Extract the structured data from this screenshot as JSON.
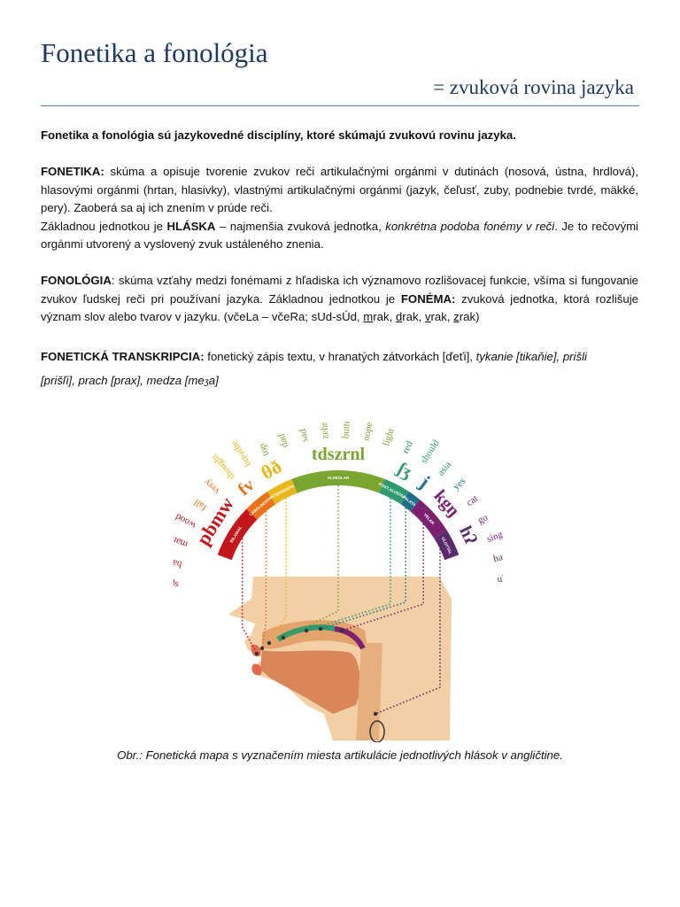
{
  "title": "Fonetika a fonológia",
  "subtitle": "= zvuková rovina jazyka",
  "intro": "Fonetika a fonológia sú jazykovedné disciplíny, ktoré skúmajú zvukovú rovinu jazyka.",
  "fonetika": {
    "label": "FONETIKA:",
    "text": " skúma a opisuje tvorenie zvukov reči artikulačnými orgánmi v dutinách (nosová, ústna, hrdlová), hlasovými orgánmi (hrtan, hlasivky), vlastnými artikulačnými orgánmi (jazyk, čeľusť, zuby, podnebie tvrdé, mäkké, pery). Zaoberá sa aj ich znením v prúde reči.",
    "unit_pre": "Základnou jednotkou je ",
    "unit_label": "HLÁSKA",
    "unit_mid": " – najmenšia zvuková jednotka, ",
    "unit_italic": "konkrétna podoba fonémy v reči",
    "unit_post": ". Je to rečovými orgánmi utvorený a vyslovený zvuk ustáleného znenia."
  },
  "fonologia": {
    "label": "FONOLÓGIA",
    "text1": ": skúma vzťahy medzi fonémami z hľadiska ich významovo rozlišovacej funkcie, všíma si fungovanie zvukov ľudskej reči pri používaní jazyka. Základnou jednotkou je ",
    "unit_label": "FONÉMA:",
    "text2": " zvuková jednotka, ktorá rozlišuje význam slov alebo tvarov v jazyku. (včeLa – včeRa;  sUd-sÚd, ",
    "ex1_u": "m",
    "ex1_rest": "rak",
    "ex2_u": "d",
    "ex2_rest": "rak",
    "ex3_u": "v",
    "ex3_rest": "rak",
    "ex4_u": "z",
    "ex4_rest": "rak",
    "sep": ", ",
    "close": ")"
  },
  "transkripcia": {
    "label": "FONETICKÁ TRANSKRIPCIA:",
    "text": "  fonetický zápis textu, v hranatých zátvorkách [ďeťi], ",
    "italic1": "tykanie [tikaňie], prišli",
    "italic2": "[prišľi], prach [prax], medza [me",
    "small_z": "ʒ",
    "italic3": "a]"
  },
  "figure": {
    "phoneme_groups": [
      {
        "symbols": "pbmw",
        "color": "#c4161c",
        "segment": "BILABIAL"
      },
      {
        "symbols": "fv",
        "color": "#e8731a",
        "segment": "LABIO-DENTAL"
      },
      {
        "symbols": "θð",
        "color": "#e9b71a",
        "segment": "INTERDENTAL"
      },
      {
        "symbols": "tdszrnl",
        "color": "#7aa531",
        "segment": "ALVEOLAR"
      },
      {
        "symbols": "ʃʒ",
        "color": "#2e9a6d",
        "segment": "POST-ALVEOLAR"
      },
      {
        "symbols": "j",
        "color": "#1f6e8c",
        "segment": "PALATAL"
      },
      {
        "symbols": "kgŋ",
        "color": "#7b2170",
        "segment": "VELAR"
      },
      {
        "symbols": "hʔ",
        "color": "#5a2a6a",
        "segment": "GLOTTAL"
      }
    ],
    "words": [
      {
        "text": "spy",
        "color": "#c4161c"
      },
      {
        "text": "baby",
        "color": "#c4161c"
      },
      {
        "text": "man",
        "color": "#c4161c"
      },
      {
        "text": "wood",
        "color": "#c4161c"
      },
      {
        "text": "fall",
        "color": "#e8731a"
      },
      {
        "text": "very",
        "color": "#e8731a"
      },
      {
        "text": "thought",
        "color": "#e9b71a"
      },
      {
        "text": "breathe",
        "color": "#e9b71a"
      },
      {
        "text": "top",
        "color": "#7aa531"
      },
      {
        "text": "dad",
        "color": "#7aa531"
      },
      {
        "text": "sad",
        "color": "#7aa531"
      },
      {
        "text": "zebra",
        "color": "#7aa531"
      },
      {
        "text": "butter",
        "color": "#7aa531"
      },
      {
        "text": "nope",
        "color": "#7aa531"
      },
      {
        "text": "light",
        "color": "#7aa531"
      },
      {
        "text": "red",
        "color": "#2e9a6d"
      },
      {
        "text": "should",
        "color": "#2e9a6d"
      },
      {
        "text": "asia",
        "color": "#2e9a6d"
      },
      {
        "text": "yes",
        "color": "#1f6e8c"
      },
      {
        "text": "cat",
        "color": "#7b2170"
      },
      {
        "text": "go",
        "color": "#7b2170"
      },
      {
        "text": "sing",
        "color": "#7b2170"
      },
      {
        "text": "happy",
        "color": "#5a2a6a"
      },
      {
        "text": "uh-oh",
        "color": "#5a2a6a"
      }
    ]
  },
  "caption": "Obr.: Fonetická mapa s vyznačením miesta artikulácie jednotlivých hlások v angličtine."
}
